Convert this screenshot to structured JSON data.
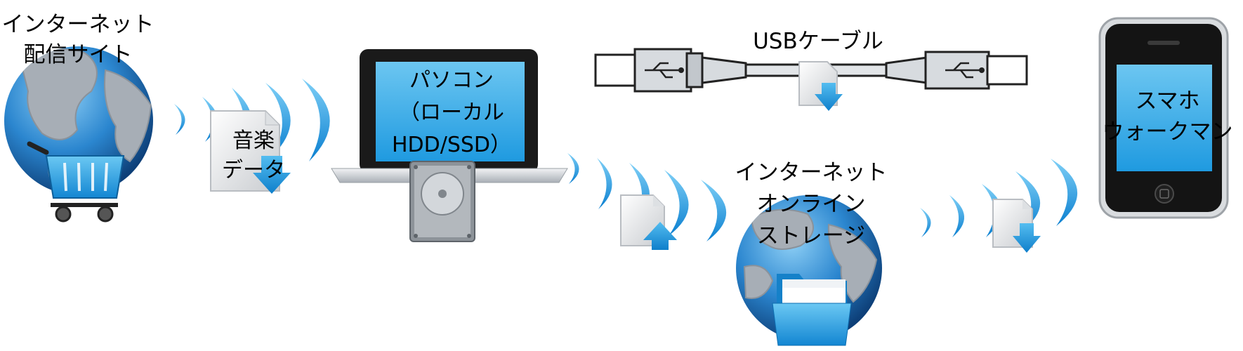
{
  "nodes": {
    "internet_store": {
      "lines": [
        "インターネット",
        "配信サイト"
      ],
      "icon": "globe-shopping-cart-icon"
    },
    "music_data": {
      "lines": [
        "音楽",
        "データ"
      ],
      "icon": "file-download-icon"
    },
    "pc": {
      "lines": [
        "パソコン",
        "（ローカル",
        "HDD/SSD）"
      ],
      "icon": "laptop-hard-drive-icon"
    },
    "usb_cable": {
      "label": "USBケーブル",
      "icon": "usb-cable-icon"
    },
    "online_storage": {
      "lines": [
        "インターネット",
        "オンライン",
        "ストレージ"
      ],
      "icon": "globe-folder-icon"
    },
    "phone": {
      "lines": [
        "スマホ",
        "ウォークマン"
      ],
      "icon": "smartphone-icon"
    }
  },
  "colors": {
    "wave_blue": "#1e90d6",
    "screen_blue": "#3fb0ea",
    "ocean_blue": "#2b86cf",
    "land_gray": "#9aa3ac",
    "device_black": "#1a1a1a",
    "silver": "#cfd3d7"
  }
}
